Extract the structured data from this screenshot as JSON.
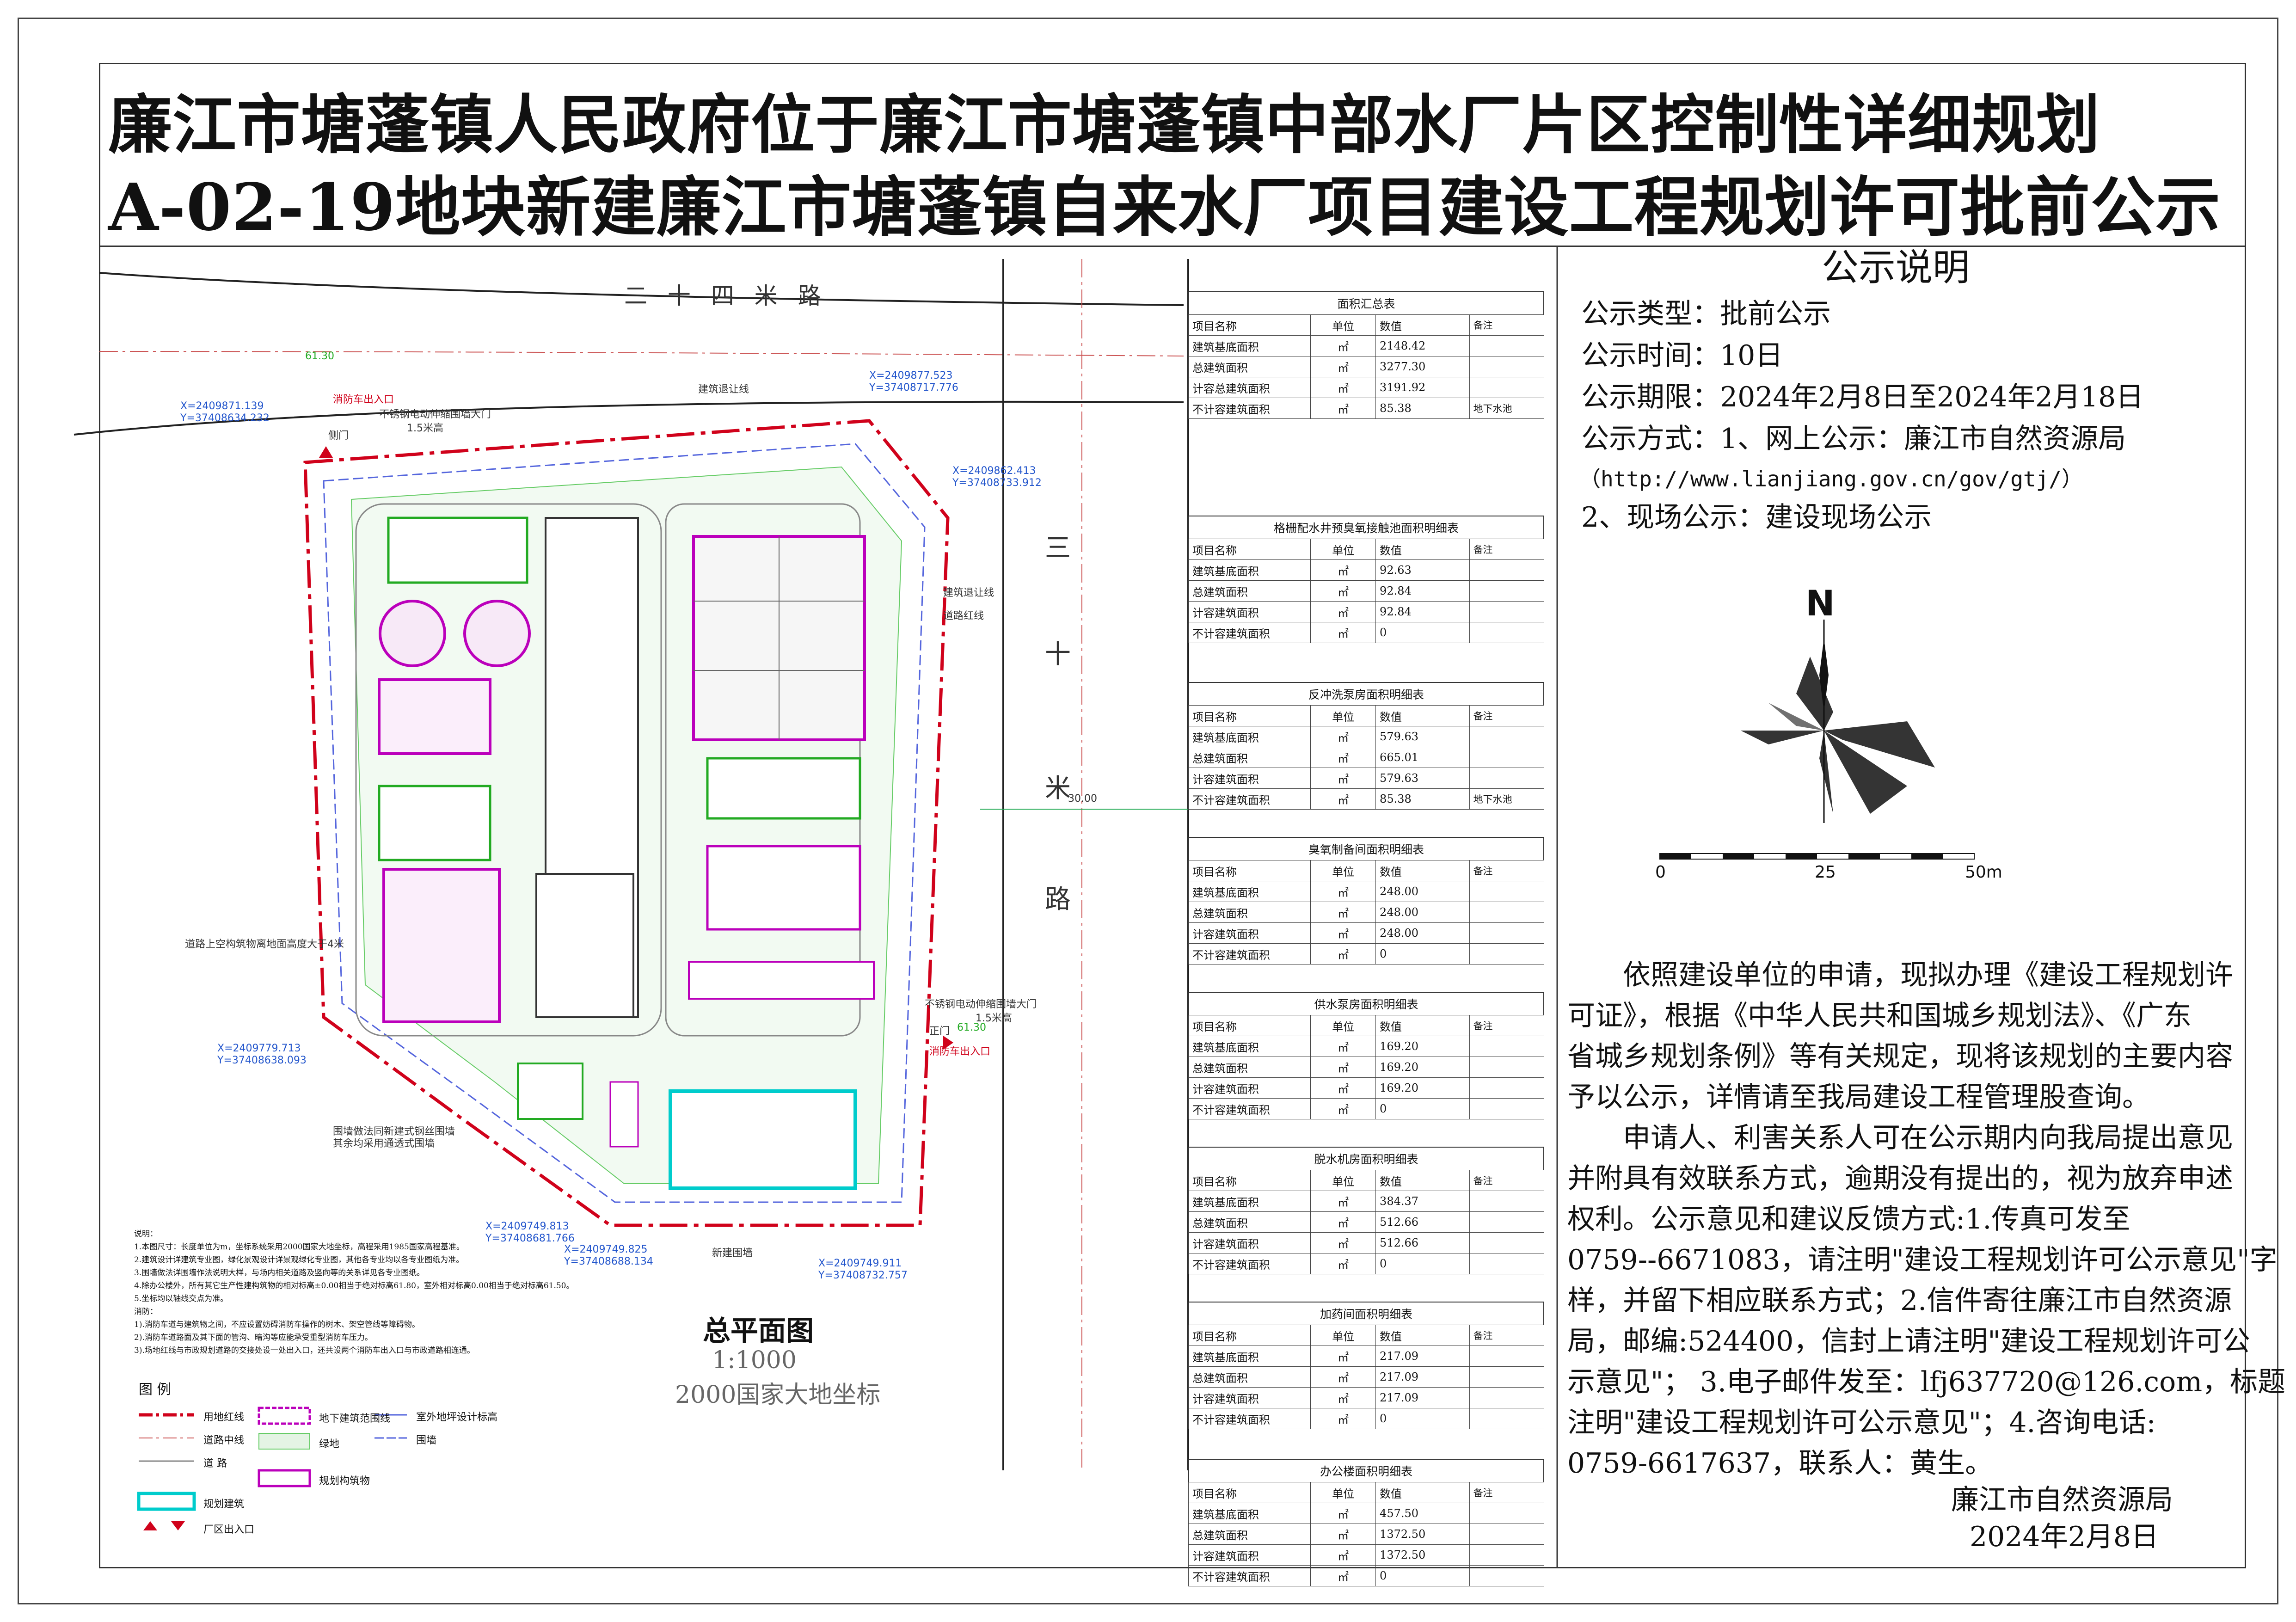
{
  "title": {
    "line1": "廉江市塘蓬镇人民政府位于廉江市塘蓬镇中部水厂片区控制性详细规划",
    "line2": "A-02-19地块新建廉江市塘蓬镇自来水厂项目建设工程规划许可批前公示"
  },
  "plan": {
    "road_north": "二 十 四 米 路",
    "road_east_chars": [
      "三",
      "十",
      "米",
      "路"
    ],
    "road_east_width": "30.00",
    "plan_title": "总平面图",
    "scale": "1:1000",
    "coord_system": "2000国家大地坐标",
    "elevation_top": "61.30",
    "elevation_right": "61.30",
    "fire_entry_top": "消防车出入口",
    "main_gate": "不锈钢电动伸缩围墙大门",
    "gate_width_top": "1.5米高",
    "side_gate": "侧门",
    "main_entrance": "正门",
    "fire_entry_right": "消防车出入口",
    "gate_width_right": "1.5米高",
    "building_line": "建筑退让线",
    "building_line_right": "建筑退让线",
    "road_line": "道路红线",
    "coords": [
      "X=2409871.139\nY=37408634.232",
      "X=2409877.523\nY=37408717.776",
      "X=2409862.413\nY=37408733.912",
      "X=2409779.713\nY=37408638.093",
      "X=2409749.813\nY=37408681.766",
      "X=2409749.825\nY=37408688.134",
      "X=2409749.911\nY=37408732.757"
    ],
    "new_wall": "新建围墙",
    "existing_wall_note": "道路上空构筑物离地面高度大于4米",
    "flood_note": "围墙做法同新建式钢丝围墙\n其余均采用通透式围墙",
    "notes": [
      "说明：",
      "1.本图尺寸：长度单位为m，坐标系统采用2000国家大地坐标，高程采用1985国家高程基准。",
      "2.建筑设计详建筑专业图，绿化景观设计详景观绿化专业图，其他各专业均以各专业图纸为准。",
      "3.围墙做法详围墙作法说明大样，与场内相关道路及竖向等的关系详见各专业图纸。",
      "4.除办公楼外，所有其它生产性建构筑物的相对标高±0.00相当于绝对标高61.80，室外相对标高0.00相当于绝对标高61.50。",
      "5.坐标均以轴线交点为准。",
      "消防：",
      "1).消防车道与建筑物之间，不应设置妨碍消防车操作的树木、架空管线等障碍物。",
      "2).消防车道路面及其下面的管沟、暗沟等应能承受重型消防车压力。",
      "3).场地红线与市政规划道路的交接处设一处出入口，还共设两个消防车出入口与市政道路相连通。"
    ],
    "legend_title": "图  例",
    "legend": [
      "用地红线",
      "道路中线",
      "道  路",
      "规划建筑",
      "厂区出入口",
      "地下建筑范围线",
      "绿地",
      "规划构筑物",
      "室外地坪设计标高",
      "围墙"
    ],
    "scale_bar": [
      "0",
      "25",
      "50m"
    ]
  },
  "tables": [
    {
      "caption": "面积汇总表",
      "header": [
        "项目名称",
        "单位",
        "数值",
        "备注"
      ],
      "rows": [
        [
          "建筑基底面积",
          "㎡",
          "2148.42",
          ""
        ],
        [
          "总建筑面积",
          "㎡",
          "3277.30",
          ""
        ],
        [
          "计容总建筑面积",
          "㎡",
          "3191.92",
          ""
        ],
        [
          "不计容建筑面积",
          "㎡",
          "85.38",
          "地下水池"
        ]
      ]
    },
    {
      "caption": "格栅配水井预臭氧接触池面积明细表",
      "header": [
        "项目名称",
        "单位",
        "数值",
        "备注"
      ],
      "rows": [
        [
          "建筑基底面积",
          "㎡",
          "92.63",
          ""
        ],
        [
          "总建筑面积",
          "㎡",
          "92.84",
          ""
        ],
        [
          "计容建筑面积",
          "㎡",
          "92.84",
          ""
        ],
        [
          "不计容建筑面积",
          "㎡",
          "0",
          ""
        ]
      ]
    },
    {
      "caption": "反冲洗泵房面积明细表",
      "header": [
        "项目名称",
        "单位",
        "数值",
        "备注"
      ],
      "rows": [
        [
          "建筑基底面积",
          "㎡",
          "579.63",
          ""
        ],
        [
          "总建筑面积",
          "㎡",
          "665.01",
          ""
        ],
        [
          "计容建筑面积",
          "㎡",
          "579.63",
          ""
        ],
        [
          "不计容建筑面积",
          "㎡",
          "85.38",
          "地下水池"
        ]
      ]
    },
    {
      "caption": "臭氧制备间面积明细表",
      "header": [
        "项目名称",
        "单位",
        "数值",
        "备注"
      ],
      "rows": [
        [
          "建筑基底面积",
          "㎡",
          "248.00",
          ""
        ],
        [
          "总建筑面积",
          "㎡",
          "248.00",
          ""
        ],
        [
          "计容建筑面积",
          "㎡",
          "248.00",
          ""
        ],
        [
          "不计容建筑面积",
          "㎡",
          "0",
          ""
        ]
      ]
    },
    {
      "caption": "供水泵房面积明细表",
      "header": [
        "项目名称",
        "单位",
        "数值",
        "备注"
      ],
      "rows": [
        [
          "建筑基底面积",
          "㎡",
          "169.20",
          ""
        ],
        [
          "总建筑面积",
          "㎡",
          "169.20",
          ""
        ],
        [
          "计容建筑面积",
          "㎡",
          "169.20",
          ""
        ],
        [
          "不计容建筑面积",
          "㎡",
          "0",
          ""
        ]
      ]
    },
    {
      "caption": "脱水机房面积明细表",
      "header": [
        "项目名称",
        "单位",
        "数值",
        "备注"
      ],
      "rows": [
        [
          "建筑基底面积",
          "㎡",
          "384.37",
          ""
        ],
        [
          "总建筑面积",
          "㎡",
          "512.66",
          ""
        ],
        [
          "计容建筑面积",
          "㎡",
          "512.66",
          ""
        ],
        [
          "不计容建筑面积",
          "㎡",
          "0",
          ""
        ]
      ]
    },
    {
      "caption": "加药间面积明细表",
      "header": [
        "项目名称",
        "单位",
        "数值",
        "备注"
      ],
      "rows": [
        [
          "建筑基底面积",
          "㎡",
          "217.09",
          ""
        ],
        [
          "总建筑面积",
          "㎡",
          "217.09",
          ""
        ],
        [
          "计容建筑面积",
          "㎡",
          "217.09",
          ""
        ],
        [
          "不计容建筑面积",
          "㎡",
          "0",
          ""
        ]
      ]
    },
    {
      "caption": "办公楼面积明细表",
      "header": [
        "项目名称",
        "单位",
        "数值",
        "备注"
      ],
      "rows": [
        [
          "建筑基底面积",
          "㎡",
          "457.50",
          ""
        ],
        [
          "总建筑面积",
          "㎡",
          "1372.50",
          ""
        ],
        [
          "计容建筑面积",
          "㎡",
          "1372.50",
          ""
        ],
        [
          "不计容建筑面积",
          "㎡",
          "0",
          ""
        ]
      ]
    }
  ],
  "notice": {
    "title": "公示说明",
    "lines": [
      "公示类型：批前公示",
      "公示时间：10日",
      "公示期限：2024年2月8日至2024年2月18日",
      "公示方式：1、网上公示：廉江市自然资源局"
    ],
    "url": "（http://www.lianjiang.gov.cn/gov/gtj/）",
    "line_onsite": "2、现场公示：建设现场公示",
    "north": "N",
    "paragraph": [
      "　　依照建设单位的申请，现拟办理《建设工程规划许",
      "可证》，根据《中华人民共和国城乡规划法》、《广东",
      "省城乡规划条例》等有关规定，现将该规划的主要内容",
      "予以公示，详情请至我局建设工程管理股查询。",
      "　　申请人、利害关系人可在公示期内向我局提出意见",
      "并附具有效联系方式，逾期没有提出的，视为放弃申述",
      "权利。公示意见和建议反馈方式:1.传真可发至",
      "0759--6671083，请注明\"建设工程规划许可公示意见\"字",
      "样，并留下相应联系方式；2.信件寄往廉江市自然资源",
      "局，邮编:524400，信封上请注明\"建设工程规划许可公",
      "示意见\"； 3.电子邮件发至：lfj637720@126.com，标题",
      "注明\"建设工程规划许可公示意见\"；4.咨询电话:",
      "0759-6617637，联系人：黄生。"
    ],
    "signer": "廉江市自然资源局",
    "date": "2024年2月8日"
  }
}
